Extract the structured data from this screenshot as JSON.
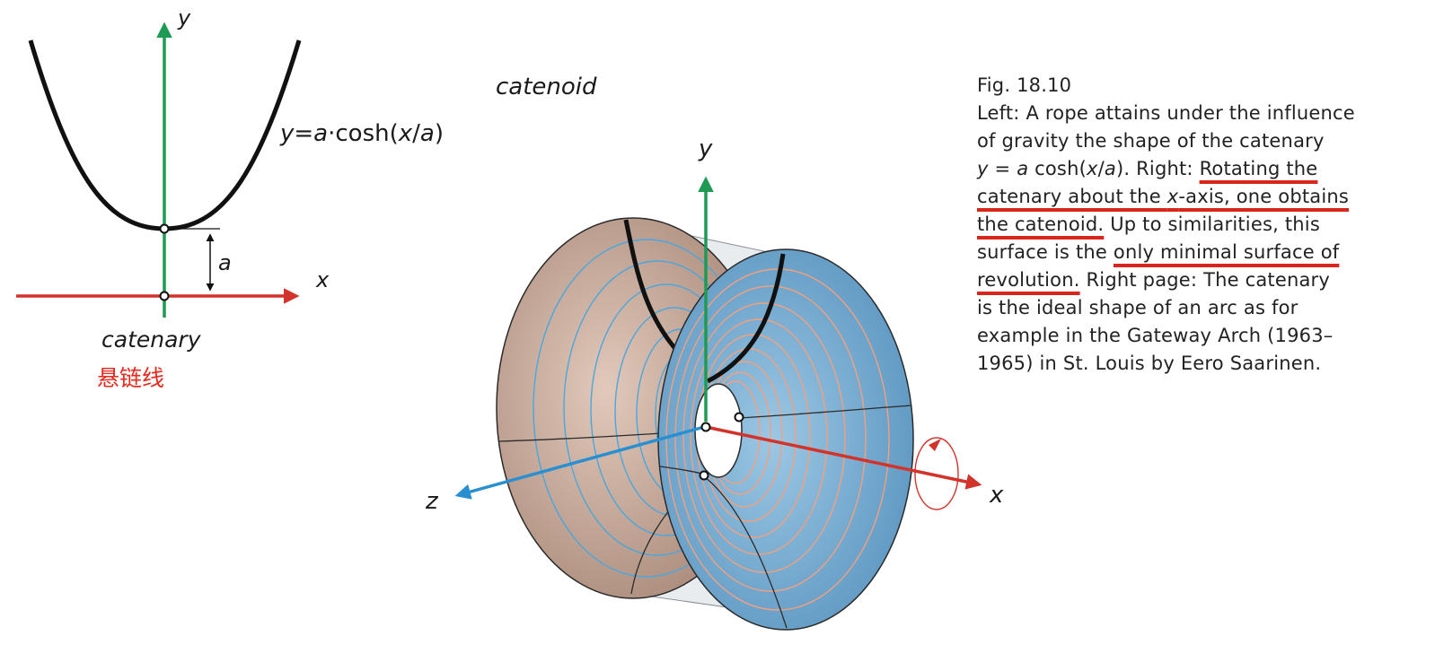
{
  "left_figure": {
    "y_axis_label": "y",
    "x_axis_label": "x",
    "formula_prefix": "y=",
    "formula_a": "a",
    "formula_mid": "·cosh(",
    "formula_x": "x",
    "formula_slash": "/",
    "formula_a2": "a",
    "formula_end": ")",
    "a_label": "a",
    "name": "catenary",
    "chinese_name": "悬链线"
  },
  "right_figure": {
    "title": "catenoid",
    "y_axis_label": "y",
    "x_axis_label": "x",
    "z_axis_label": "z"
  },
  "caption": {
    "line1": "Fig. 18.10",
    "line2": "Left: A rope attains under the influence",
    "line3": "of gravity the shape of the catenary",
    "line4_a": "y",
    "line4_b": " = ",
    "line4_c": "a",
    "line4_d": " cosh(",
    "line4_e": "x",
    "line4_f": "/",
    "line4_g": "a",
    "line4_h": "). Right: ",
    "line4_u": "Rotating the",
    "line5_u1": "catenary about the ",
    "line5_u2": "x",
    "line5_u3": "-axis, one obtains",
    "line6_u": "the catenoid.",
    "line6_rest": " Up to similarities, this",
    "line7_a": "surface is the ",
    "line7_u": "only minimal surface of",
    "line8_u": "revolution.",
    "line8_rest": " Right page: The catenary",
    "line9": "is the ideal shape of an arc as for",
    "line10": "example in the Gateway Arch (1963–",
    "line11": "1965) in St. Louis by Eero Saarinen."
  },
  "colors": {
    "y_axis": "#1f9a55",
    "x_axis": "#d2342c",
    "z_axis": "#2a8fd0",
    "catenoid_back": "#b79a8c",
    "catenoid_front": "#5e9ac4",
    "front_rings": "#f2a07e",
    "back_rings": "#4aa7dd",
    "underline": "#d9261c",
    "chinese_label": "#e8281c"
  }
}
